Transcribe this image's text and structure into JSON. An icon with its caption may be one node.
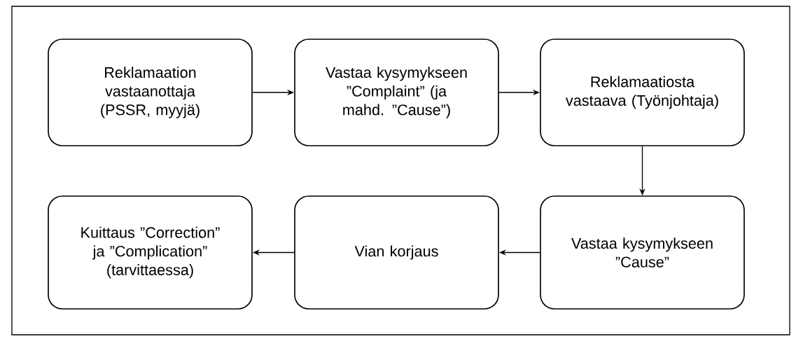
{
  "diagram": {
    "nodes": [
      {
        "text": [
          "Reklamaation vastaanottaja (PSSR, myyjä)"
        ]
      },
      {
        "text": [
          "Vastaa kysymykseen ”Complaint” (ja mahd. ”Cause”)"
        ]
      },
      {
        "text": [
          "Reklamaatiosta vastaava (Työnjohtaja)"
        ]
      },
      {
        "text": [
          "Kuittaus ”Correction” ja ”Complication” (tarvittaessa)"
        ]
      },
      {
        "text": [
          "Vian korjaus"
        ]
      },
      {
        "text": [
          "Vastaa kysymykseen ”Cause”"
        ]
      }
    ],
    "edges": [
      {
        "from": 0,
        "to": 1,
        "arrow": "to"
      },
      {
        "from": 1,
        "to": 2,
        "arrow": "to"
      },
      {
        "from": 2,
        "to": 5,
        "arrow": "to"
      },
      {
        "from": 5,
        "to": 4,
        "arrow": "to"
      },
      {
        "from": 4,
        "to": 3,
        "arrow": "to"
      }
    ]
  }
}
